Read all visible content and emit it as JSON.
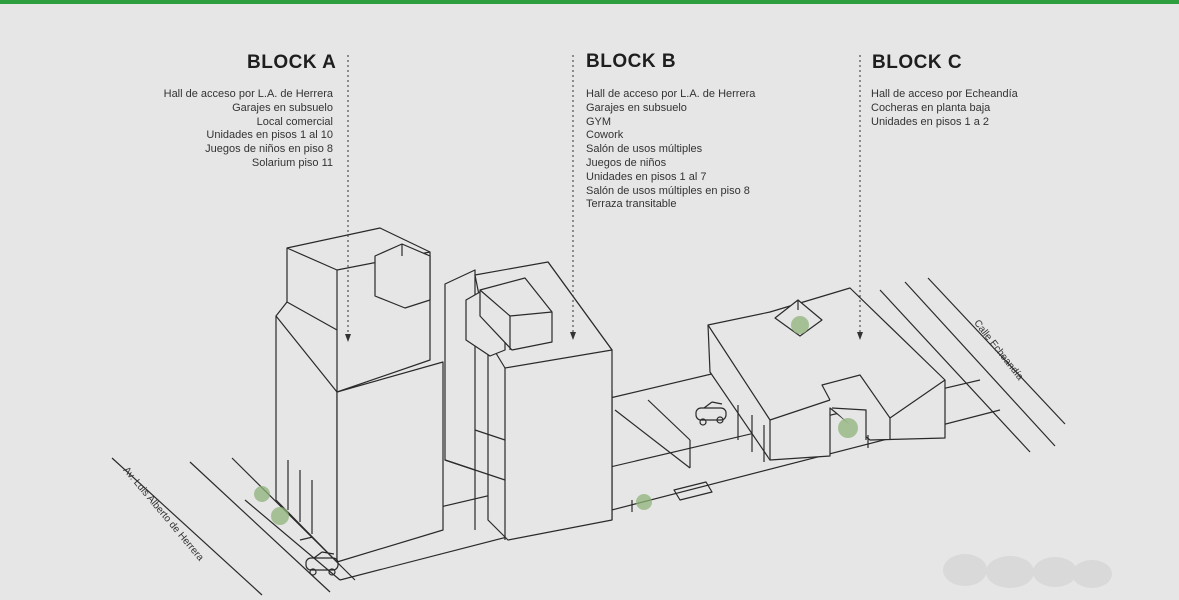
{
  "blocks": [
    {
      "title": "BLOCK A",
      "features": [
        "Hall de acceso por L.A. de Herrera",
        "Garajes en subsuelo",
        "Local comercial",
        "Unidades en pisos 1 al 10",
        "Juegos de niños en piso 8",
        "Solarium piso 11"
      ]
    },
    {
      "title": "BLOCK B",
      "features": [
        "Hall de acceso por L.A. de Herrera",
        "Garajes en subsuelo",
        "GYM",
        "Cowork",
        "Salón de usos múltiples",
        "Juegos de niños",
        "Unidades en pisos 1 al 7",
        "Salón de usos múltiples en piso 8",
        "Terraza transitable"
      ]
    },
    {
      "title": "BLOCK C",
      "features": [
        "Hall de acceso por Echeandía",
        "Cocheras en planta baja",
        "Unidades en pisos 1 a 2"
      ]
    }
  ],
  "streets": {
    "left": "Av. Luis Alberto de Herrera",
    "right": "Calle Echeandía"
  },
  "colors": {
    "accent": "#2e9e3e",
    "background": "#e6e6e6",
    "line": "#2a2a2a",
    "plant": "#8fb37a"
  }
}
